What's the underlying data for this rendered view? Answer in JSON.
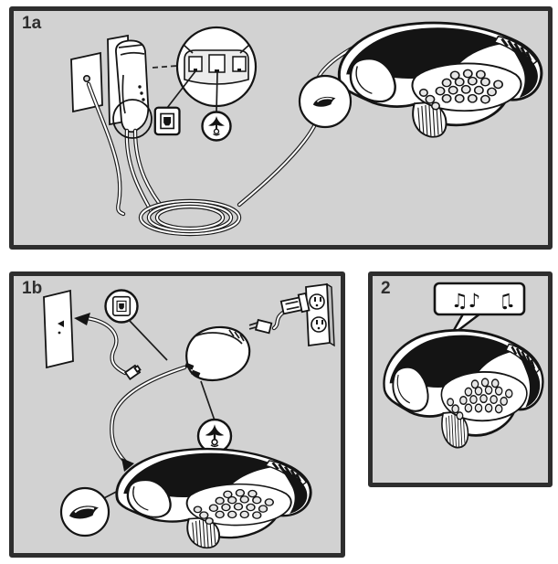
{
  "colors": {
    "panel_fill": "#d2d2d2",
    "panel_border": "#2e2e2e",
    "ink": "#141414",
    "page_background": "#ffffff"
  },
  "panels": {
    "step1a": {
      "label": "1a"
    },
    "step1b": {
      "label": "1b"
    },
    "step2": {
      "label": "2",
      "sound_notes": "♫♪",
      "sound_notes_mirrored": "♫"
    }
  },
  "icons": {
    "line_jack": "line-jack-icon",
    "network_connector": "network-connector-icon",
    "console_cable": "console-cable-connector-icon",
    "music": "ringtone-notes-icon"
  }
}
